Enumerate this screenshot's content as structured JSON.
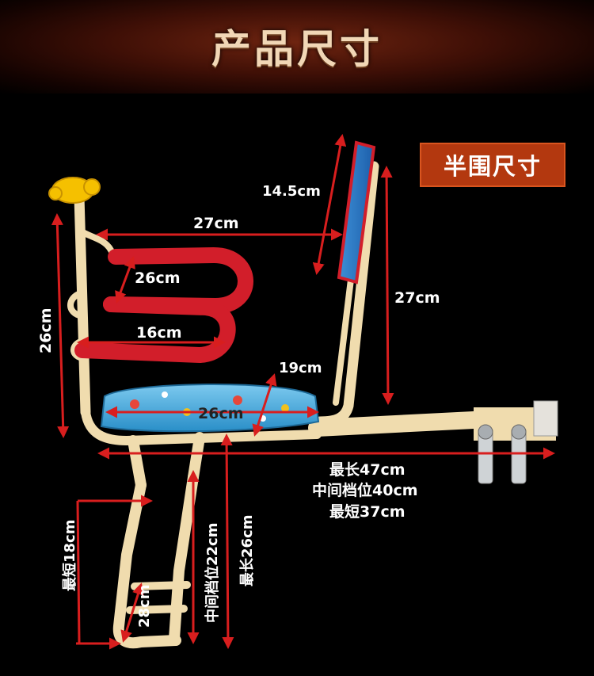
{
  "banner": {
    "title": "产品尺寸"
  },
  "badge": {
    "label": "半围尺寸"
  },
  "dimensions": {
    "backrest_height": "14.5cm",
    "seat_to_backrest": "27cm",
    "armrest_width": "26cm",
    "inner_width": "16cm",
    "left_height": "26cm",
    "backrest_rise": "27cm",
    "seat_depth_diag": "19cm",
    "seat_width": "26cm",
    "length_max": "最长47cm",
    "length_mid": "中间档位40cm",
    "length_min": "最短37cm",
    "foot_min": "最短18cm",
    "foot_mid": "中间档位22cm",
    "foot_max": "最长26cm",
    "foot_depth": "28cm"
  },
  "colors": {
    "frame": "#f0dcae",
    "armrest": "#d21e2a",
    "cushion": "#3aa4d8",
    "arrow": "#d81e1e",
    "badge": "#b3380f"
  }
}
